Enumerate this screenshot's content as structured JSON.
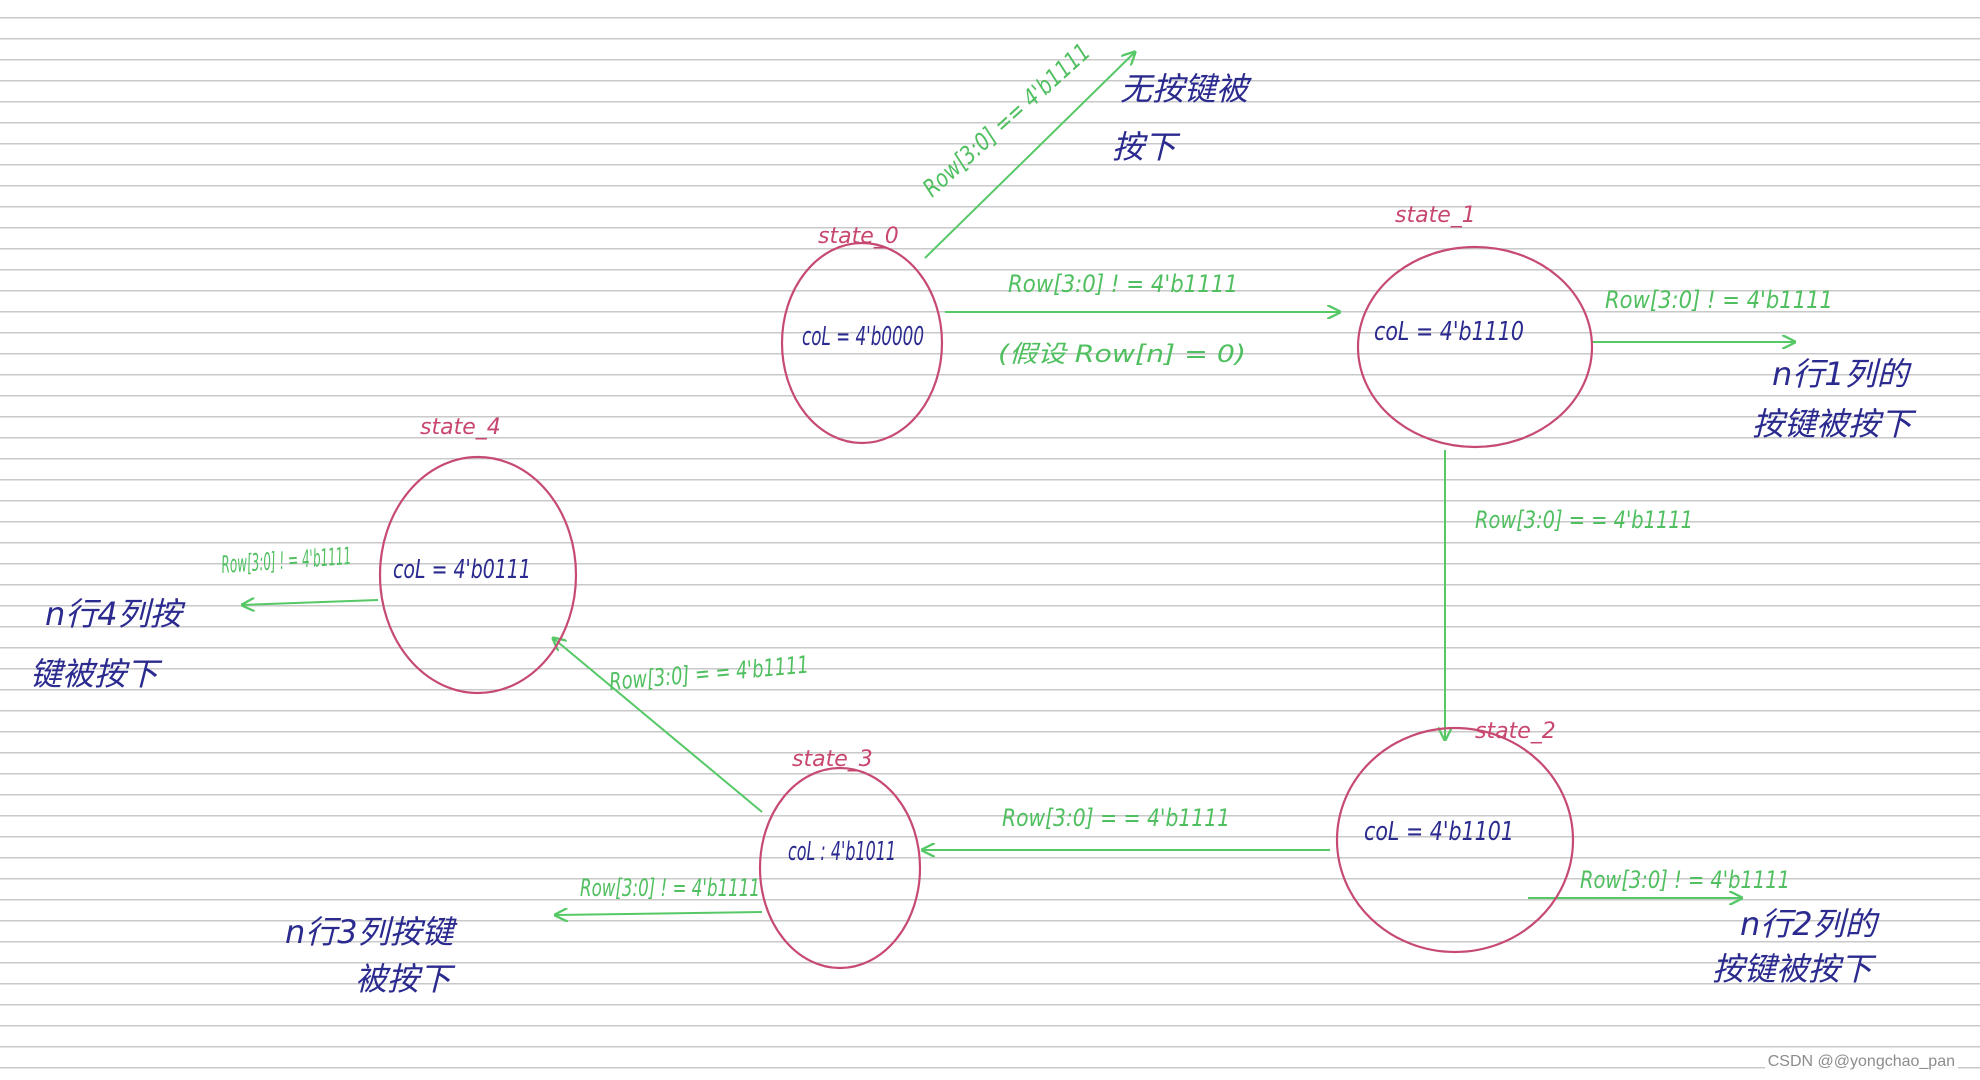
{
  "states": [
    {
      "id": "s0",
      "label": "state_0",
      "text": "coL = 4'b0000"
    },
    {
      "id": "s1",
      "label": "state_1",
      "text": "coL = 4'b1110"
    },
    {
      "id": "s2",
      "label": "state_2",
      "text": "coL = 4'b1101"
    },
    {
      "id": "s3",
      "label": "state_3",
      "text": "coL : 4'b1011"
    },
    {
      "id": "s4",
      "label": "state_4",
      "text": "coL = 4'b0111"
    }
  ],
  "edges": [
    {
      "id": "s0_noKey",
      "label": "Row[3:0] == 4'b1111"
    },
    {
      "id": "s0_s1",
      "label": "Row[3:0] ! = 4'b1111",
      "sublabel": "(假设 Row[n] = 0)"
    },
    {
      "id": "s1_out",
      "label": "Row[3:0] ! = 4'b1111"
    },
    {
      "id": "s1_s2",
      "label": "Row[3:0] = = 4'b1111"
    },
    {
      "id": "s2_out",
      "label": "Row[3:0] ! = 4'b1111"
    },
    {
      "id": "s2_s3",
      "label": "Row[3:0] = = 4'b1111"
    },
    {
      "id": "s3_out",
      "label": "Row[3:0] ! = 4'b1111"
    },
    {
      "id": "s3_s4",
      "label": "Row[3:0] = = 4'b1111"
    },
    {
      "id": "s4_out",
      "label": "Row[3:0] ! = 4'b1111"
    }
  ],
  "notes": {
    "no_key": [
      "无按键被",
      "按下"
    ],
    "col1": [
      "n行1列的",
      "按键被按下"
    ],
    "col2": [
      "n行2列的",
      "按键被按下"
    ],
    "col3": [
      "n行3列按键",
      "被按下"
    ],
    "col4": [
      "n行4列按",
      "键被按下"
    ]
  },
  "watermark": "CSDN @@yongchao_pan",
  "colors": {
    "ring": "#c64a72",
    "edge": "#56c866",
    "ink": "#2b2a8f",
    "lines": "#c9c9c9"
  }
}
